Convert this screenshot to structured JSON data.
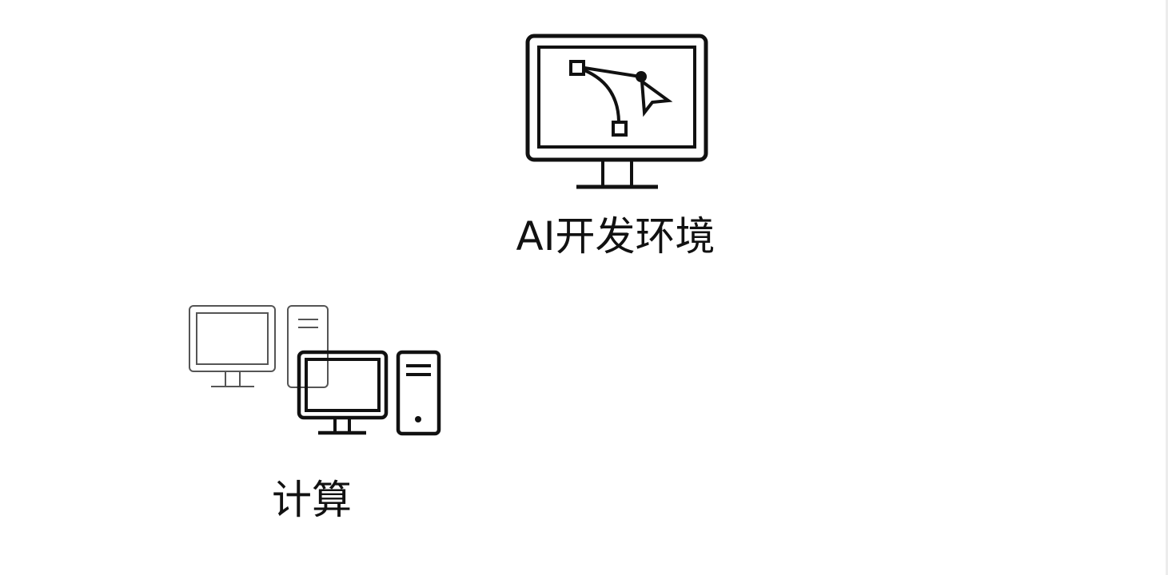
{
  "diagram": {
    "nodes": [
      {
        "id": "ai-env",
        "icon": "monitor-bezier-pen-icon",
        "label": "AI开发环境"
      },
      {
        "id": "compute",
        "icon": "desktop-computers-icon",
        "label": "计算"
      }
    ]
  },
  "colors": {
    "stroke": "#111111",
    "faded_stroke": "#555555",
    "background": "#ffffff"
  }
}
